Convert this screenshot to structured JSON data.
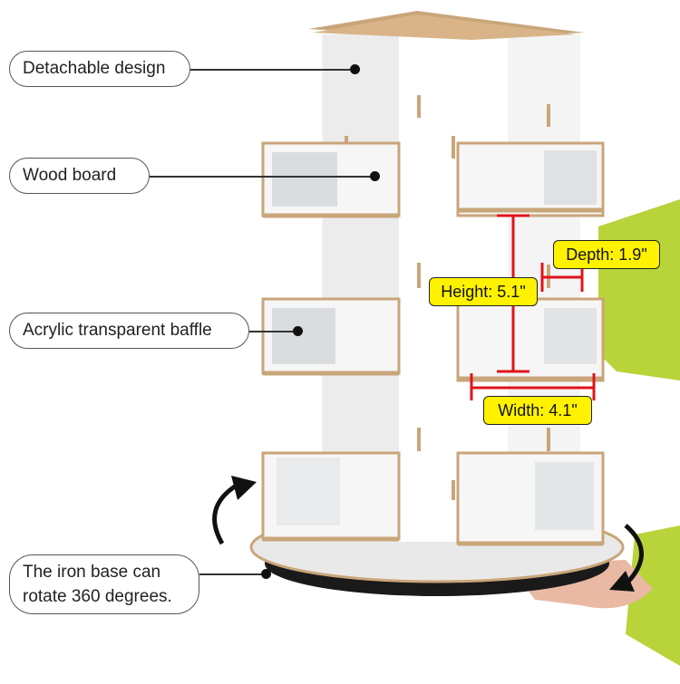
{
  "callouts": {
    "detachable": "Detachable design",
    "wood_board": "Wood board",
    "acrylic": "Acrylic transparent baffle",
    "base_line1": "The iron base can",
    "base_line2": "rotate 360 degrees."
  },
  "dimensions": {
    "depth": "Depth: 1.9\"",
    "height": "Height: 5.1\"",
    "width": "Width: 4.1\""
  },
  "colors": {
    "dimension_highlight": "#fff200",
    "dimension_line": "#e0141b",
    "board_edge": "#c9a57a",
    "sleeve": "#b8d43a"
  }
}
